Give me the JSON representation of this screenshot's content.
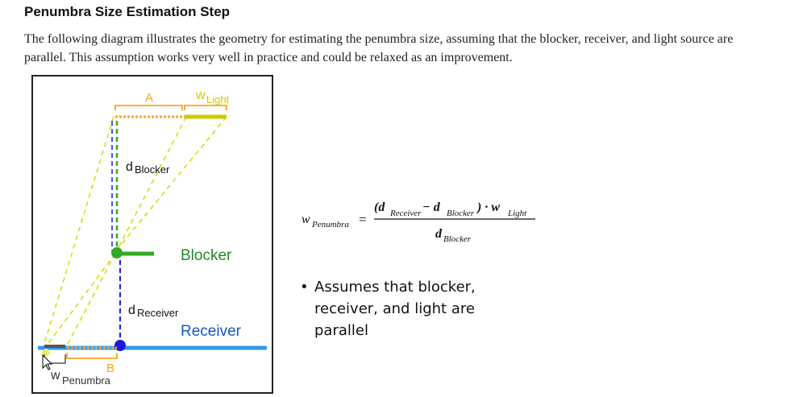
{
  "heading": "Penumbra Size Estimation Step",
  "intro": "The following diagram illustrates the geometry for estimating the penumbra size, assuming that the blocker, receiver, and light source are parallel.  This assumption works very well in practice and could be relaxed as an improvement.",
  "diagram": {
    "label_a": "A",
    "label_w_light_main": "w",
    "label_w_light_sub": "Light",
    "label_d_blocker_main": "d",
    "label_d_blocker_sub": "Blocker",
    "label_blocker": "Blocker",
    "label_d_receiver_main": "d",
    "label_d_receiver_sub": "Receiver",
    "label_receiver": "Receiver",
    "label_b": "B",
    "label_w_penumbra_main": "w",
    "label_w_penumbra_sub": "Penumbra",
    "colors": {
      "orange": "#f5a623",
      "light_yellow": "#cccc00",
      "dashed_yellow": "#d8d800",
      "green": "#33aa22",
      "blue": "#1a1adf",
      "receiver_blue": "#3399ee",
      "dark_green_text": "#22882a",
      "receiver_text": "#1155cc"
    }
  },
  "formula": {
    "lhs_main": "w",
    "lhs_sub": "Penumbra",
    "equals": "=",
    "num_open": "(d",
    "num_sub1": "Receiver",
    "num_minus": " − d",
    "num_sub2": "Blocker",
    "num_close": ") · w",
    "num_sub3": "Light",
    "den_main": "d",
    "den_sub": "Blocker"
  },
  "bullets": [
    {
      "dot": "•",
      "lines": [
        "Assumes that blocker,",
        "receiver, and light are",
        "parallel"
      ]
    }
  ]
}
